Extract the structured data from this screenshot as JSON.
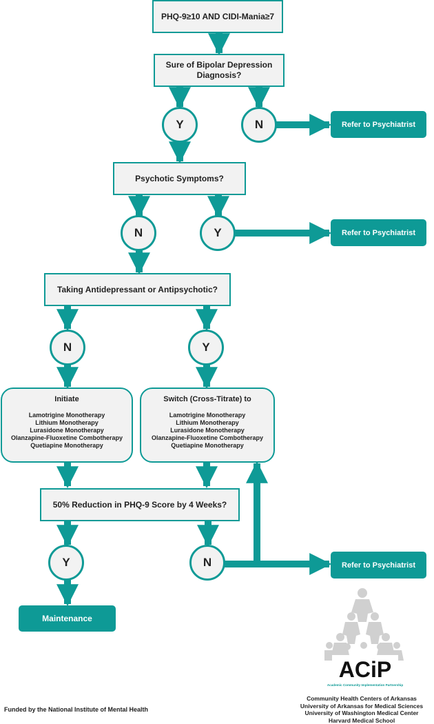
{
  "start": "PHQ-9≥10 AND CIDI-Mania≥7",
  "q_bipolar": {
    "line1": "Sure of Bipolar Depression",
    "line2": "Diagnosis?"
  },
  "q_psychotic": "Psychotic Symptoms?",
  "q_taking": "Taking Antidepressant or Antipsychotic?",
  "q_reduction": "50% Reduction in PHQ-9 Score by 4 Weeks?",
  "answers": {
    "yes": "Y",
    "no": "N"
  },
  "refer": "Refer to Psychiatrist",
  "initiate": {
    "title": "Initiate",
    "items": [
      "Lamotrigine Monotherapy",
      "Lithium Monotherapy",
      "Lurasidone Monotherapy",
      "Olanzapine-Fluoxetine Combotherapy",
      "Quetiapine Monotherapy"
    ]
  },
  "switch": {
    "title": "Switch (Cross-Titrate) to",
    "items": [
      "Lamotrigine Monotherapy",
      "Lithium Monotherapy",
      "Lurasidone Monotherapy",
      "Olanzapine-Fluoxetine Combotherapy",
      "Quetiapine Monotherapy"
    ]
  },
  "maintenance": "Maintenance",
  "funding": "Funded by the National Institute of Mental Health",
  "logo": {
    "name": "ACiP",
    "tagline": "Academic Community Implementation Partnership"
  },
  "institutions": [
    "Community Health Centers of Arkansas",
    "University of Arkansas for Medical Sciences",
    "University of Washington Medical Center",
    "Harvard Medical School"
  ],
  "colors": {
    "teal": "#0e9a96",
    "box_fill": "#f2f2f2",
    "logo_figures": "#d0d0d0"
  }
}
